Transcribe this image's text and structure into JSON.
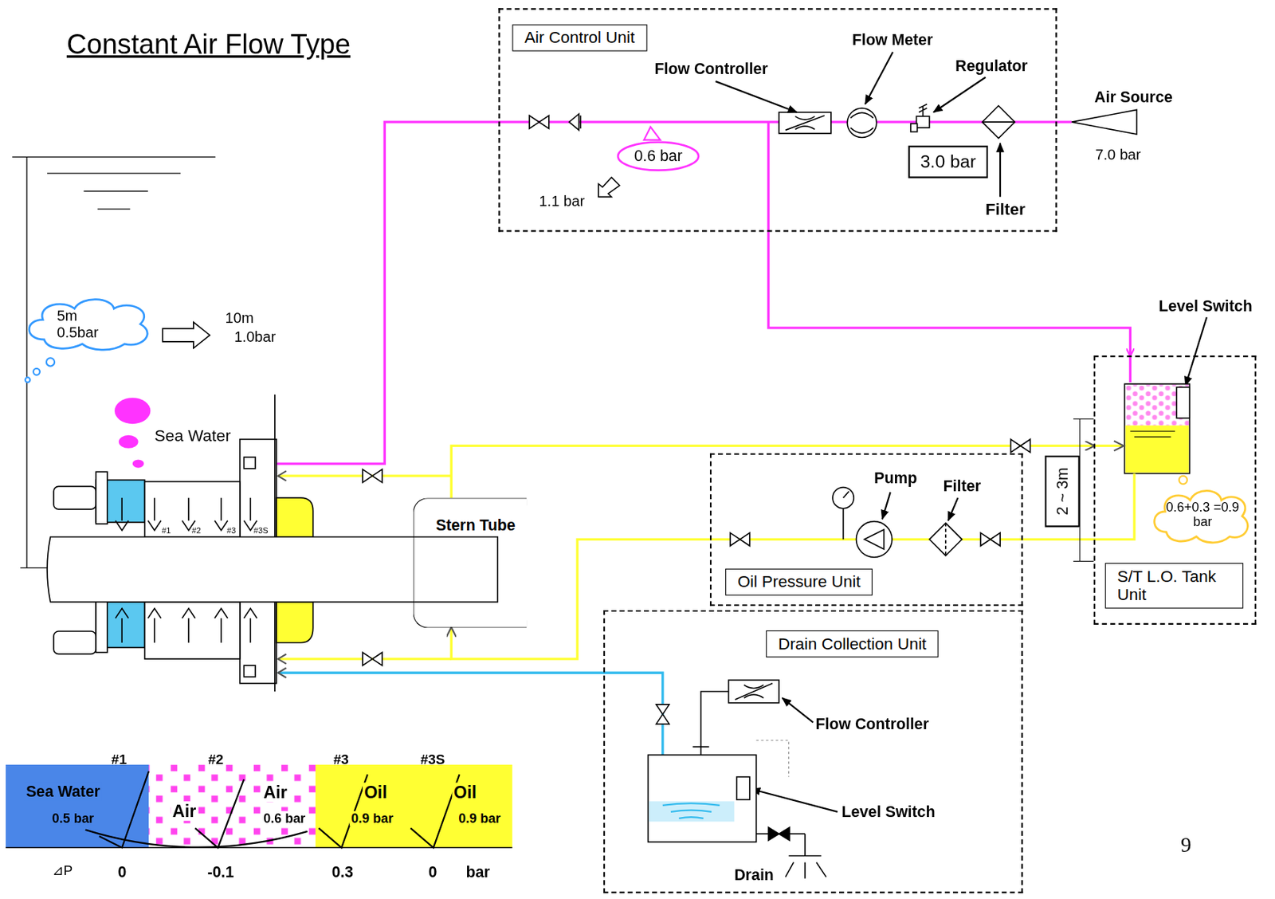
{
  "diagram": {
    "title": "Constant Air Flow Type",
    "nodes": [
      {
        "text": [
          "Air Control Unit"
        ]
      },
      {
        "text": [
          "Oil Pressure Unit"
        ]
      },
      {
        "text": [
          "Drain Collection Unit"
        ]
      },
      {
        "text": [
          "S/T L.O. Tank Unit"
        ]
      },
      {
        "text": [
          "3.0 bar"
        ],
        "in": 0
      },
      {
        "text": [
          "0.6 bar"
        ],
        "in": 0
      },
      {
        "text": [
          "5m 0.5bar"
        ]
      },
      {
        "text": [
          "0.6+0.3 =0.9 bar"
        ],
        "in": 3
      },
      {
        "text": [
          "2 ~ 3m"
        ]
      },
      {
        "text": [
          "Stern Tube"
        ]
      },
      {
        "text": [
          "Sea Water",
          "0.5 bar"
        ]
      },
      {
        "text": [
          "Air",
          "Air",
          "0.6 bar"
        ]
      },
      {
        "text": [
          "Oil",
          "0.9 bar"
        ]
      },
      {
        "text": [
          "Oil",
          "0.9 bar"
        ]
      }
    ],
    "edges": [
      {
        "from": 0,
        "to": 3,
        "arrow": "to"
      },
      {
        "from": 9,
        "to": 3,
        "arrow": "to"
      },
      {
        "from": 1,
        "to": 9,
        "arrow": "to"
      },
      {
        "from": 3,
        "to": 1,
        "arrow": "none"
      }
    ],
    "labels": [
      "Flow Controller",
      "Flow Meter",
      "Regulator",
      "Air Source",
      "7.0 bar",
      "Filter",
      "1.1 bar",
      "10m",
      "1.0bar",
      "Sea Water",
      "Level Switch",
      "Pump",
      "Filter",
      "Flow Controller",
      "Level Switch",
      "Drain",
      "#1",
      "#2",
      "#3",
      "#3S",
      "#1",
      "#2",
      "#3",
      "#3S",
      "⊿P",
      "0",
      "-0.1",
      "0.3",
      "0",
      "bar",
      "9"
    ]
  }
}
